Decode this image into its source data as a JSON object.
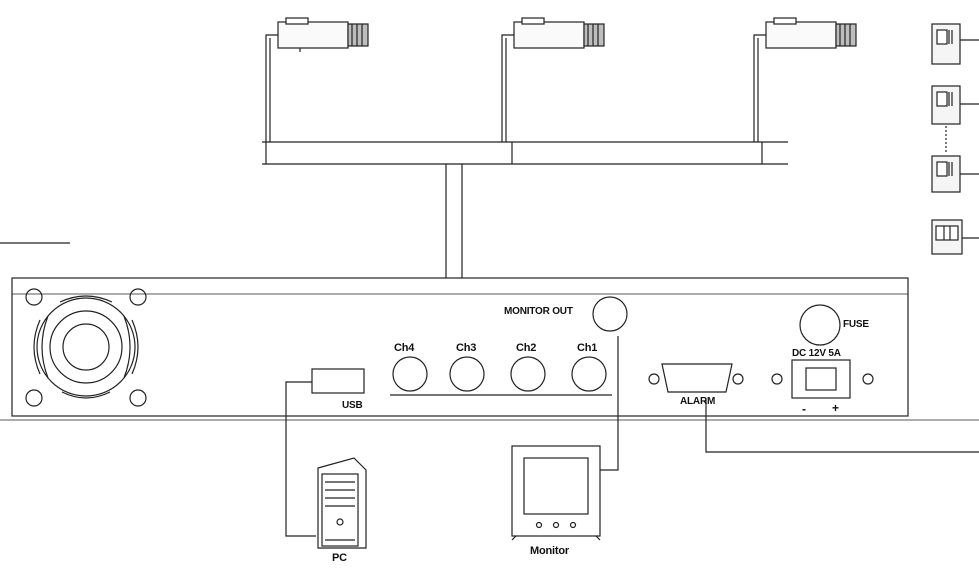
{
  "labels": {
    "monitor_out": "MONITOR OUT",
    "fuse": "FUSE",
    "power": "DC 12V 5A",
    "minus": "-",
    "plus": "+",
    "usb": "USB",
    "alarm": "ALARM",
    "pc": "PC",
    "monitor": "Monitor"
  },
  "channels": [
    "Ch4",
    "Ch3",
    "Ch2",
    "Ch1"
  ]
}
